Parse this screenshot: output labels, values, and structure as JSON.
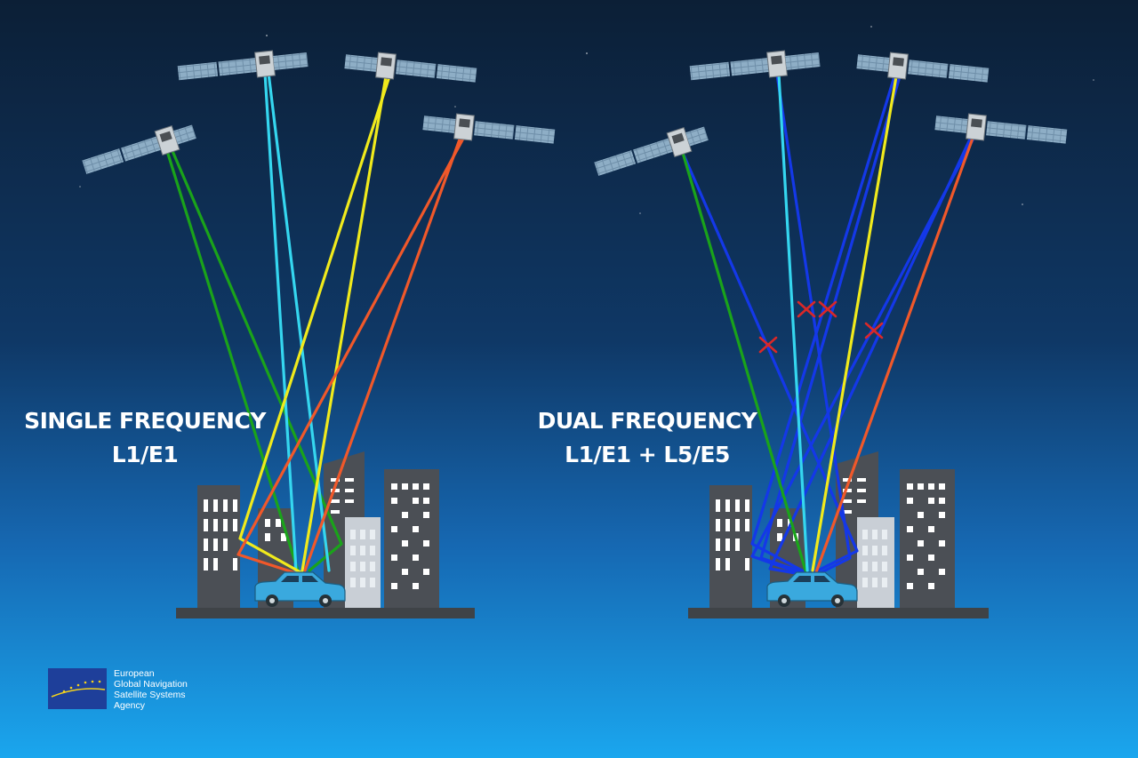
{
  "panels": {
    "left": {
      "title": "SINGLE FREQUENCY",
      "subtitle": "L1/E1"
    },
    "right": {
      "title": "DUAL FREQUENCY",
      "subtitle": "L1/E1 + L5/E5"
    }
  },
  "logo": {
    "lines": [
      "European",
      "Global Navigation",
      "Satellite Systems",
      "Agency"
    ]
  },
  "colors": {
    "sky_top": "#0c1f36",
    "sky_mid": "#0f3866",
    "sky_bottom": "#1aa6ee",
    "signal_green": "#1aa31a",
    "signal_cyan": "#35d6ef",
    "signal_yellow": "#f0ea1c",
    "signal_orange": "#f0582a",
    "signal_blue_l5": "#1438e8",
    "building_dark": "#4b4f55",
    "building_light": "#c9cfd6",
    "ground": "#3f4347",
    "car": "#3aa9de",
    "block_cross": "#d92828",
    "eu_blue": "#1e3f9a"
  }
}
